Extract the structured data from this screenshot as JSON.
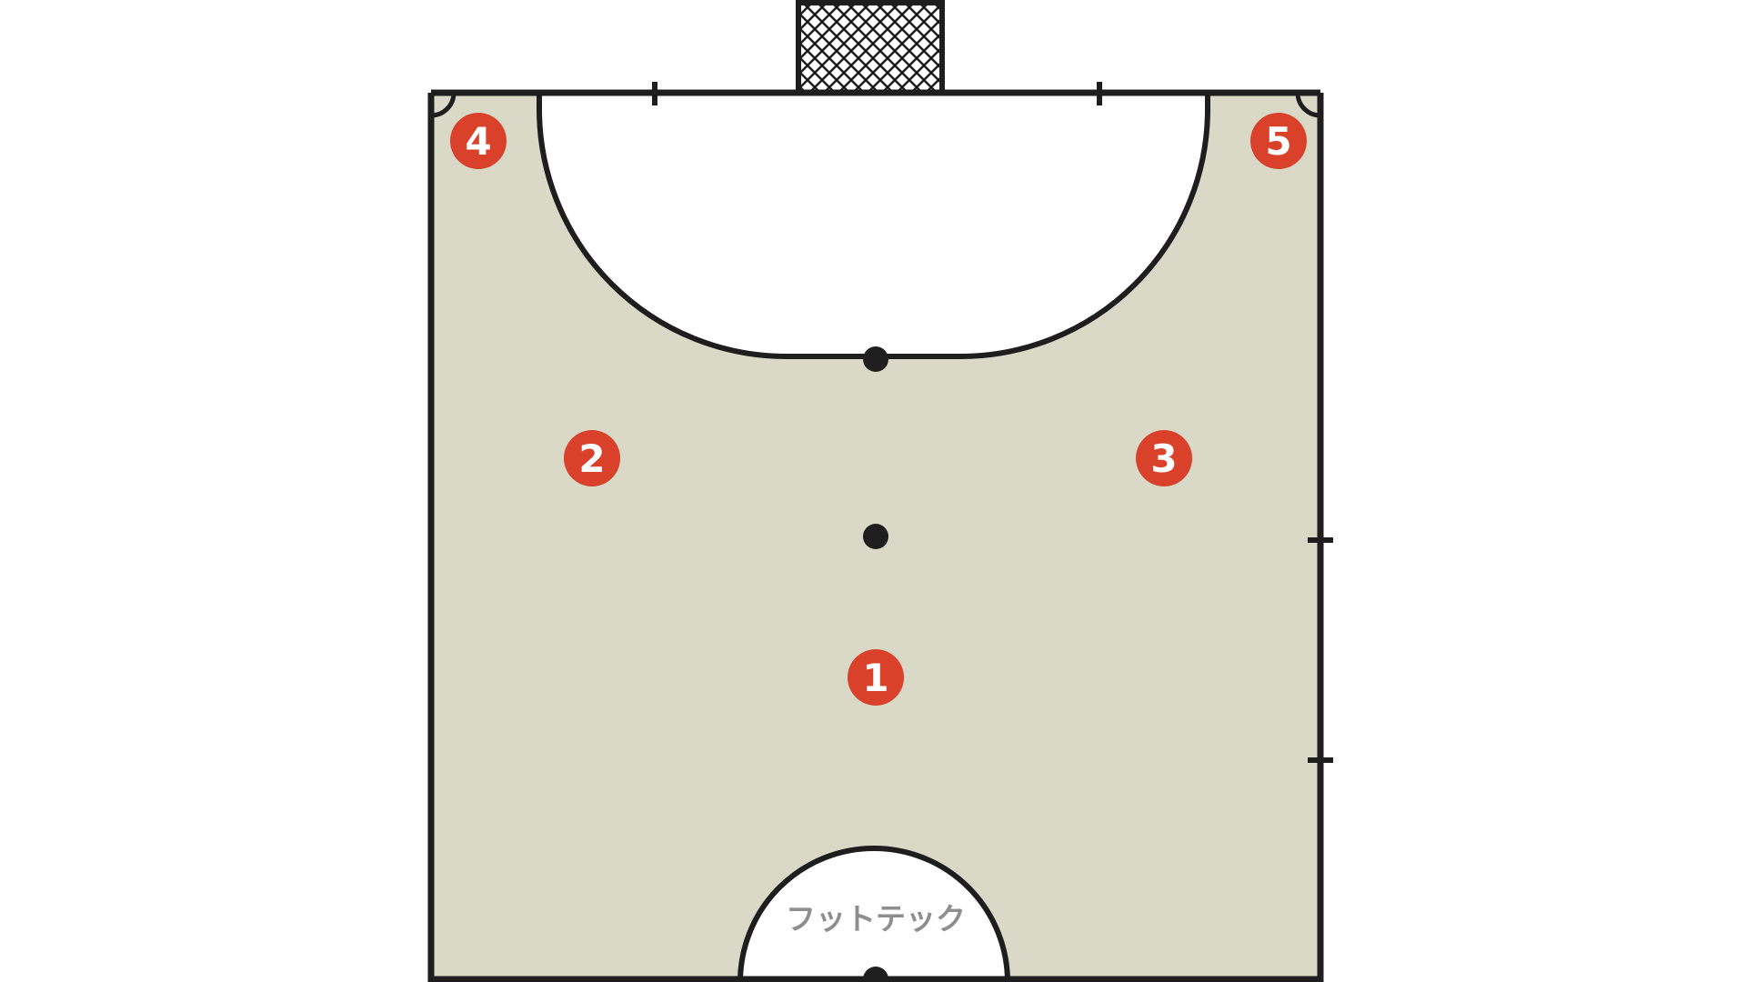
{
  "court": {
    "floor_color": "#dad8c7",
    "line_color": "#1e1e1e",
    "area_color": "#ffffff",
    "player_color": "#d9412b"
  },
  "players": [
    {
      "number": "1"
    },
    {
      "number": "2"
    },
    {
      "number": "3"
    },
    {
      "number": "4"
    },
    {
      "number": "5"
    }
  ],
  "watermark": "フットテック"
}
